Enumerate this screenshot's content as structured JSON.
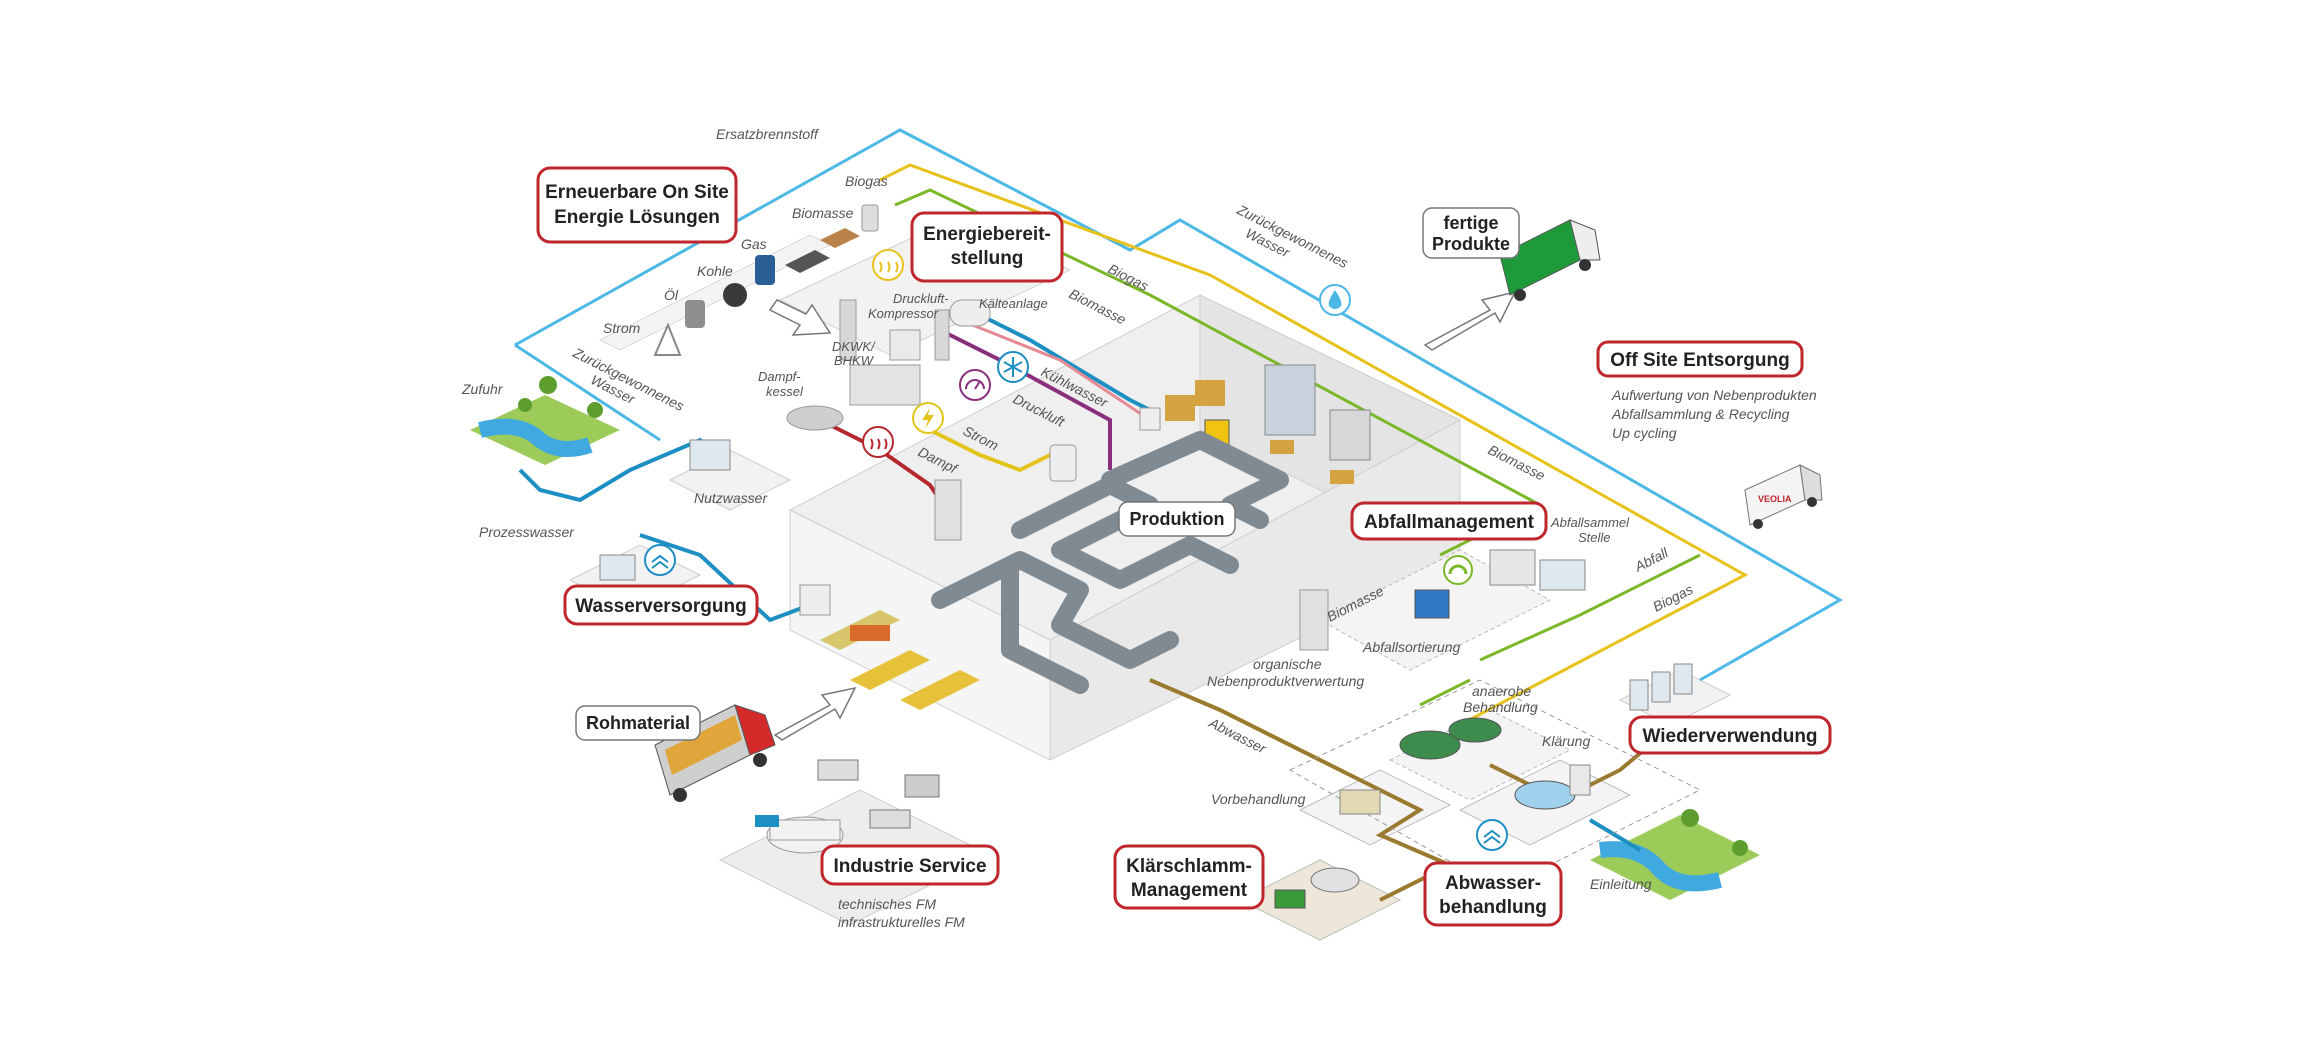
{
  "boxes": {
    "erneuerbare": [
      "Erneuerbare On Site",
      "Energie Lösungen"
    ],
    "energie": [
      "Energiebereit-",
      "stellung"
    ],
    "fertige": [
      "fertige",
      "Produkte"
    ],
    "offsite": "Off Site Entsorgung",
    "produktion": "Produktion",
    "abfallmanagement": "Abfallmanagement",
    "wasserversorgung": "Wasserversorgung",
    "rohmaterial": "Rohmaterial",
    "industrie": "Industrie Service",
    "klaerschlamm": [
      "Klärschlamm-",
      "Management"
    ],
    "abwasserbehandlung": [
      "Abwasser-",
      "behandlung"
    ],
    "wiederverwendung": "Wiederverwendung"
  },
  "offsite_sub": [
    "Aufwertung von Nebenprodukten",
    "Abfallsammlung & Recycling",
    "Up cycling"
  ],
  "industrie_sub": [
    "technisches FM",
    "infrastrukturelles FM"
  ],
  "labels": {
    "ersatzbrennstoff": "Ersatzbrennstoff",
    "biogas_top": "Biogas",
    "biomasse_top": "Biomasse",
    "gas": "Gas",
    "kohle": "Kohle",
    "oel": "Öl",
    "strom_left": "Strom",
    "zurueck_left": [
      "Zurückgewonnenes",
      "Wasser"
    ],
    "zurueck_top": [
      "Zurückgewonnenes",
      "Wasser"
    ],
    "biogas_line": "Biogas",
    "biomasse_line": "Biomasse",
    "druckluft_kompressor": [
      "Druckluft-",
      "Kompressor"
    ],
    "kaelteanlage": "Kälteanlage",
    "dkwk": [
      "DKWK/",
      "BHKW"
    ],
    "dampfkessel": [
      "Dampf-",
      "kessel"
    ],
    "kuehlwasser": "Kühlwasser",
    "druckluft": "Druckluft",
    "strom_line": "Strom",
    "dampf": "Dampf",
    "zufuhr": "Zufuhr",
    "nutzwasser": "Nutzwasser",
    "prozesswasser": "Prozesswasser",
    "biomasse_right": "Biomasse",
    "abfallsammel": [
      "Abfallsammel",
      "Stelle"
    ],
    "abfall": "Abfall",
    "biogas_right": "Biogas",
    "biomasse_mid": "Biomasse",
    "abfallsortierung": "Abfallsortierung",
    "organische": [
      "organische",
      "Nebenproduktverwertung"
    ],
    "anaerobe": [
      "anaerobe",
      "Behandlung"
    ],
    "abwasser": "Abwasser",
    "klaerung": "Klärung",
    "vorbehandlung": "Vorbehandlung",
    "einleitung": "Einleitung",
    "veolia": "VEOLIA"
  },
  "colors": {
    "accent_red": "#c0272d",
    "water_blue": "#4cb8e6",
    "process_blue": "#1d8fc2",
    "biogas_yellow": "#e8c21a",
    "biomass_green": "#7ab829",
    "compressed_air_purple": "#8a2f7c",
    "steam_red": "#b5282d",
    "wastewater_brown": "#9a7a2e",
    "electricity_yellow": "#e2c41a"
  },
  "icons": [
    "water-drop-icon",
    "snowflake-icon",
    "lightning-icon",
    "gauge-icon",
    "heat-icon",
    "wave-icon",
    "recycle-icon",
    "arrow-icon"
  ]
}
